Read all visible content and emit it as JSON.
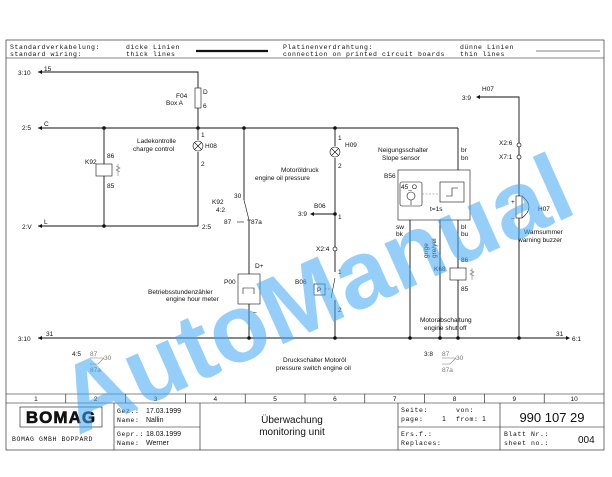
{
  "header": {
    "std_wiring_de": "Standardverkabelung:",
    "std_wiring_en": "standard wiring:",
    "thick_de": "dicke Linien",
    "thick_en": "thick lines",
    "pcb_de": "Platinenverdrahtung:",
    "pcb_en": "connection on printed circuit boards",
    "thin_de": "dünne Linien",
    "thin_en": "thin lines"
  },
  "rails": {
    "r15_ref": "3:10",
    "r15_label": "15",
    "rC_ref": "2:5",
    "rC_label": "C",
    "rL_ref": "2:V",
    "rL_label": "L",
    "rL_end": "2:5",
    "r31_ref": "3:10",
    "r31_label": "31",
    "r31_right_label": "31",
    "r31_right_ref": "6:1"
  },
  "components": {
    "f04_id": "F04",
    "f04_name": "Box A",
    "f04_t1": "D",
    "f04_t2": "6",
    "k92_id": "K92",
    "k92_t86": "86",
    "k92_t85": "85",
    "h08_id": "H08",
    "h08_de": "Ladekontrolle",
    "h08_en": "charge control",
    "h08_t1": "1",
    "h08_t2": "2",
    "k92b_id": "K92",
    "k92b_ref": "4:2",
    "k92b_t30": "30",
    "k92b_t87": "87",
    "k92b_t87a": "87a",
    "h09_id": "H09",
    "h09_t1": "1",
    "h09_t2": "2",
    "motoroel_de": "Motoröldruck",
    "motoroel_en": "engine oil pressure",
    "b06_id": "B06",
    "b06_ref": "3:9",
    "b06_t1": "1",
    "x24": "X2:4",
    "p00_id": "P00",
    "p00_tplus": "D+",
    "p00_tminus": "–",
    "p00_de": "Betriebsstundenzähler",
    "p00_en": "engine hour meter",
    "b06b_id": "B06",
    "b06b_sym": "P",
    "b06b_t1": "1",
    "b06b_t2": "2",
    "b56_id": "B56",
    "b56_de": "Neigungsschalter",
    "b56_en": "Slope sensor",
    "b56_angle": "45_O",
    "b56_time": "t=1s",
    "b56_br": "br",
    "b56_bn": "bn",
    "b56_sw": "sw",
    "b56_bk": "bk",
    "b56_gnge": "gr/ge",
    "b56_greyel": "gre/yel",
    "b56_bl": "bl",
    "b56_bu": "bu",
    "k68_id": "K68",
    "k68_t86": "86",
    "k68_t85": "85",
    "motorab_de": "Motorabschaltung",
    "motorab_en": "engine shut off",
    "h07_id": "H07",
    "h07_ref": "3:9",
    "h07_sym": "H07",
    "h07_plus": "+",
    "h07_minus": "–",
    "x26": "X2:6",
    "x71": "X7:1",
    "warn_de": "Warnsummer",
    "warn_en": "warning buzzer",
    "ds_de": "Druckschalter Motoröl",
    "ds_en": "pressure switch engine oil"
  },
  "xrefs": {
    "left_ref": "4:5",
    "left_87": "87",
    "left_30": "30",
    "left_87a": "87a",
    "right_ref": "3:8",
    "right_87": "87",
    "right_30": "30",
    "right_87a": "87a"
  },
  "grid": [
    "1",
    "2",
    "3",
    "4",
    "5",
    "6",
    "7",
    "8",
    "9",
    "10"
  ],
  "titleblock": {
    "logo": "BOMAG",
    "company": "BOMAG GMBH BOPPARD",
    "gez_label": "Gez.:",
    "name1_label": "Name:",
    "gepr_label": "Gepr.:",
    "name2_label": "Name:",
    "date1": "17.03.1999",
    "name1": "Nallin",
    "date2": "18.03.1999",
    "name2": "Werner",
    "title_de": "Überwachung",
    "title_en": "monitoring unit",
    "seite_label": "Seite:",
    "page_label": "page:",
    "page_no": "1",
    "von_label": "von:",
    "from_label": "from:",
    "page_total": "1",
    "ers_label": "Ers.f.:",
    "repl_label": "Replaces:",
    "drawing_no": "990 107 29",
    "blatt_label": "Blatt Nr.:",
    "sheet_label": "sheet no.:",
    "sheet_no": "004"
  },
  "watermark": "AutoManual"
}
